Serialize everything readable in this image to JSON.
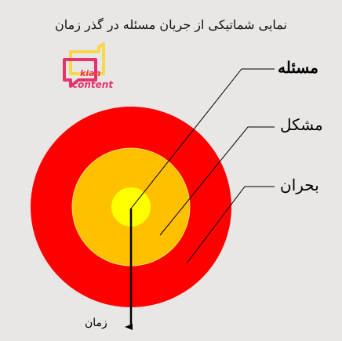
{
  "title": "نمایی شماتیکی از جریان مسئله در گذر زمان",
  "logo": {
    "line1": "kian",
    "line2": "content",
    "color": "#e5346a",
    "accent": "#f6d84a"
  },
  "rings": [
    {
      "name": "outer",
      "color": "#ff0000"
    },
    {
      "name": "middle",
      "color": "#ffc000"
    },
    {
      "name": "inner",
      "color": "#ffff00"
    }
  ],
  "labels": {
    "problem": "مسئله",
    "difficulty": "مشکل",
    "crisis": "بحران",
    "time": "زمان"
  }
}
